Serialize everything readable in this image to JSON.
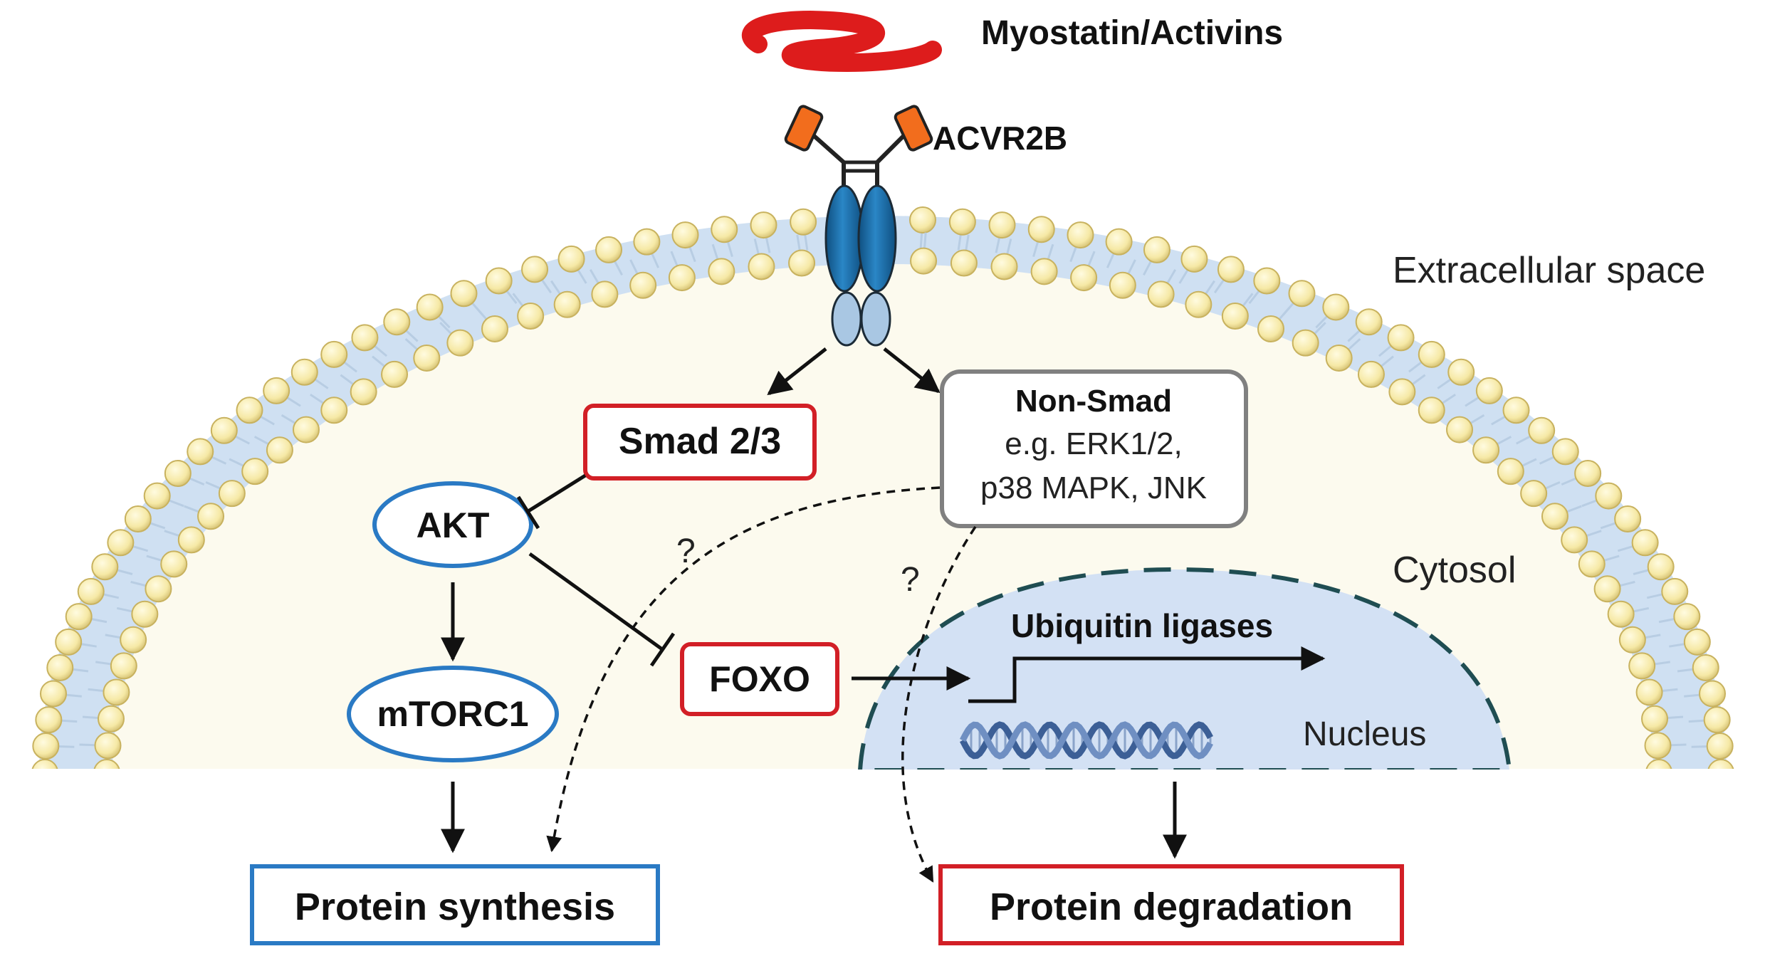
{
  "ligand": {
    "label": "Myostatin/Activins",
    "color": "#dd1c1c"
  },
  "receptor": {
    "label": "ACVR2B",
    "tip_color": "#f26d1d",
    "body_color": "#1d6fa5",
    "base_color": "#a9c7e3"
  },
  "compartments": {
    "extracellular": "Extracellular space",
    "cytosol": "Cytosol",
    "nucleus": "Nucleus"
  },
  "nodes": {
    "smad": "Smad 2/3",
    "non_smad_title": "Non-Smad",
    "non_smad_line1": "e.g. ERK1/2,",
    "non_smad_line2": "p38 MAPK, JNK",
    "akt": "AKT",
    "mtorc1": "mTORC1",
    "foxo": "FOXO",
    "ubiquitin": "Ubiquitin ligases"
  },
  "unknown_marks": [
    "?",
    "?"
  ],
  "outcomes": {
    "synthesis": "Protein synthesis",
    "degradation": "Protein degradation"
  },
  "colors": {
    "red_box": "#d21f26",
    "blue_box": "#2a7ac4",
    "grey_box": "#808080",
    "lipid_head": "#f6e9a6",
    "lipid_tail": "#cfe0f2",
    "cytosol_fill": "#fcfaee",
    "nucleus_fill": "#d3e1f4",
    "nucleus_border": "#1f4d52"
  }
}
